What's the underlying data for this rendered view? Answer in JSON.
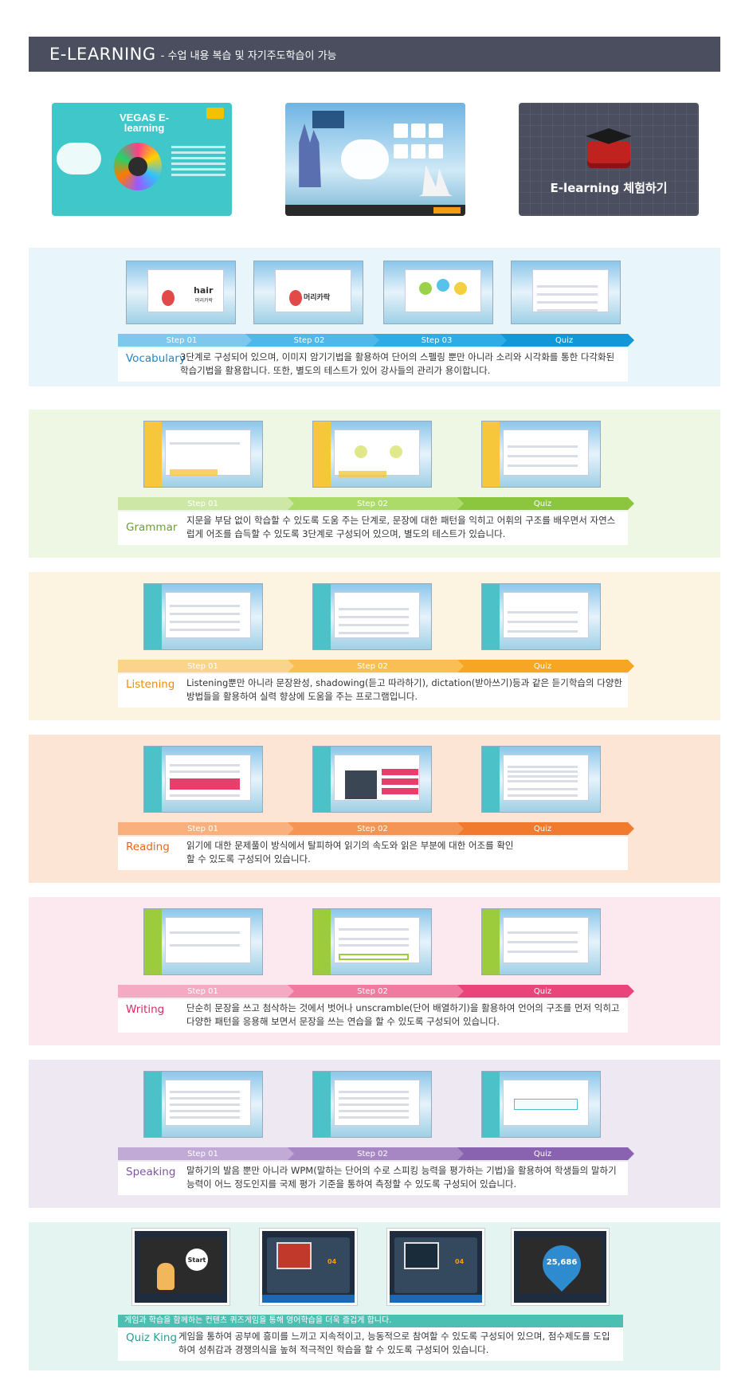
{
  "header": {
    "title": "E-LEARNING",
    "subtitle": "- 수업 내용 복습 및 자기주도학습이 가능"
  },
  "top_cards": {
    "vegas_title": "VEGAS E-learning",
    "try_label": "E-learning 체험하기"
  },
  "sections": {
    "vocabulary": {
      "name": "Vocabulary",
      "steps": [
        "Step 01",
        "Step 02",
        "Step 03",
        "Quiz"
      ],
      "desc": "3단계로 구성되어 있으며, 이미지 암기기법을 활용하여 단어의 스펠링 뿐만 아니라 소리와 시각화를 통한 다각화된 학습기법을 활용합니다. 또한, 별도의 테스트가 있어 강사들의 관리가 용이합니다.",
      "thumb_words": [
        "hair",
        "머리카락"
      ],
      "color": "#1eaee3"
    },
    "grammar": {
      "name": "Grammar",
      "steps": [
        "Step 01",
        "Step 02",
        "Quiz"
      ],
      "desc": "지문을 부담 없이 학습할 수 있도록 도움 주는 단계로, 문장에 대한 패턴을 익히고 어휘의 구조를 배우면서 자연스럽게 어조를 습득할 수 있도록 3단계로 구성되어 있으며, 별도의 테스트가 있습니다.",
      "color": "#8cc63f"
    },
    "listening": {
      "name": "Listening",
      "steps": [
        "Step 01",
        "Step 02",
        "Quiz"
      ],
      "desc": "Listening뿐만 아니라 문장완성, shadowing(듣고 따라하기), dictation(받아쓰기)등과 같은 듣기학습의 다양한 방법들을 활용하여 실력 향상에 도움을 주는 프로그램입니다.",
      "color": "#f6a623"
    },
    "reading": {
      "name": "Reading",
      "steps": [
        "Step 01",
        "Step 02",
        "Quiz"
      ],
      "desc": "읽기에 대한 문제풀이 방식에서 탈피하여 읽기의 속도와 읽은 부분에 대한 어조를 확인할 수 있도록 구성되어 있습니다.",
      "color": "#f07a2e"
    },
    "writing": {
      "name": "Writing",
      "steps": [
        "Step 01",
        "Step 02",
        "Quiz"
      ],
      "desc": "단순히 문장을 쓰고 첨삭하는 것에서 벗어나 unscramble(단어 배열하기)을 활용하여 언어의 구조를 먼저 익히고 다양한 패턴을 응용해 보면서 문장을 쓰는 연습을 할 수 있도록 구성되어 있습니다.",
      "color": "#e9457a"
    },
    "speaking": {
      "name": "Speaking",
      "steps": [
        "Step 01",
        "Step 02",
        "Quiz"
      ],
      "desc": "말하기의 발음 뿐만 아니라 WPM(말하는 단어의 수로 스피킹 능력을 평가하는 기법)을 활용하여 학생들의 말하기 능력이 어느 정도인지를 국제 평가 기준을 통하여 측정할 수 있도록 구성되어 있습니다.",
      "color": "#8a63b0"
    },
    "quizking": {
      "name": "Quiz King",
      "strip": "게임과 학습을 함께하는 컨텐츠 퀴즈게임을 통해 영어학습을 더욱 즐겁게 합니다.",
      "desc": "게임을 통하여 공부에 흥미를 느끼고 지속적이고, 능동적으로 참여할 수 있도록 구성되어 있으며, 점수제도를 도입하여 성취감과 경쟁의식을 높혀 적극적인 학습을 할 수 있도록 구성되어 있습니다.",
      "game_texts": [
        "Start",
        "04",
        "25,686"
      ],
      "color": "#4cbfb3"
    }
  }
}
